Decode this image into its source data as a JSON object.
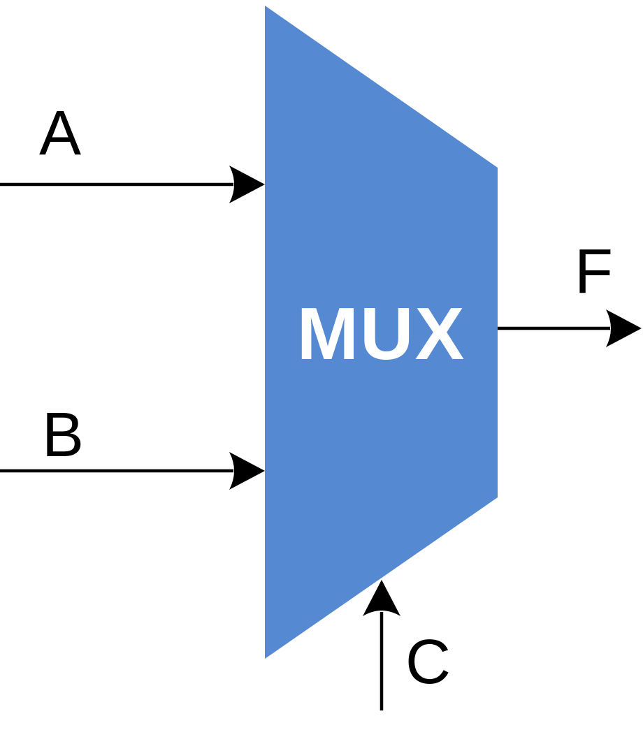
{
  "diagram": {
    "mux_label": "MUX",
    "input_a_label": "A",
    "input_b_label": "B",
    "output_f_label": "F",
    "select_c_label": "C",
    "colors": {
      "mux_fill": "#5589D2",
      "mux_text": "#ffffff",
      "line": "#000000",
      "background": "#ffffff"
    }
  }
}
